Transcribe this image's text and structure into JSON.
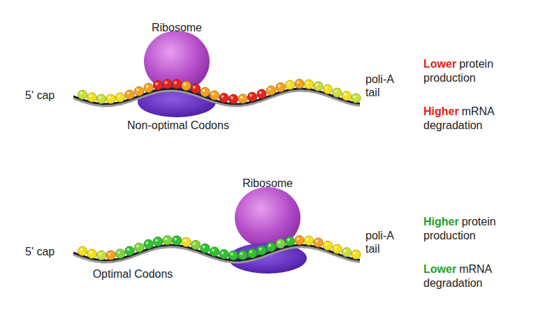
{
  "diagram": {
    "labels": [
      "Ribosome",
      "5' cap",
      "poli-A tail",
      "Non-optimal Codons",
      "Lower",
      "protein production",
      "Higher",
      "mRNA degradation",
      "Ribosome",
      "5' cap",
      "Optimal Codons",
      "poli-A tail",
      "Higher",
      "protein production",
      "Lower",
      "mRNA degradation"
    ]
  }
}
